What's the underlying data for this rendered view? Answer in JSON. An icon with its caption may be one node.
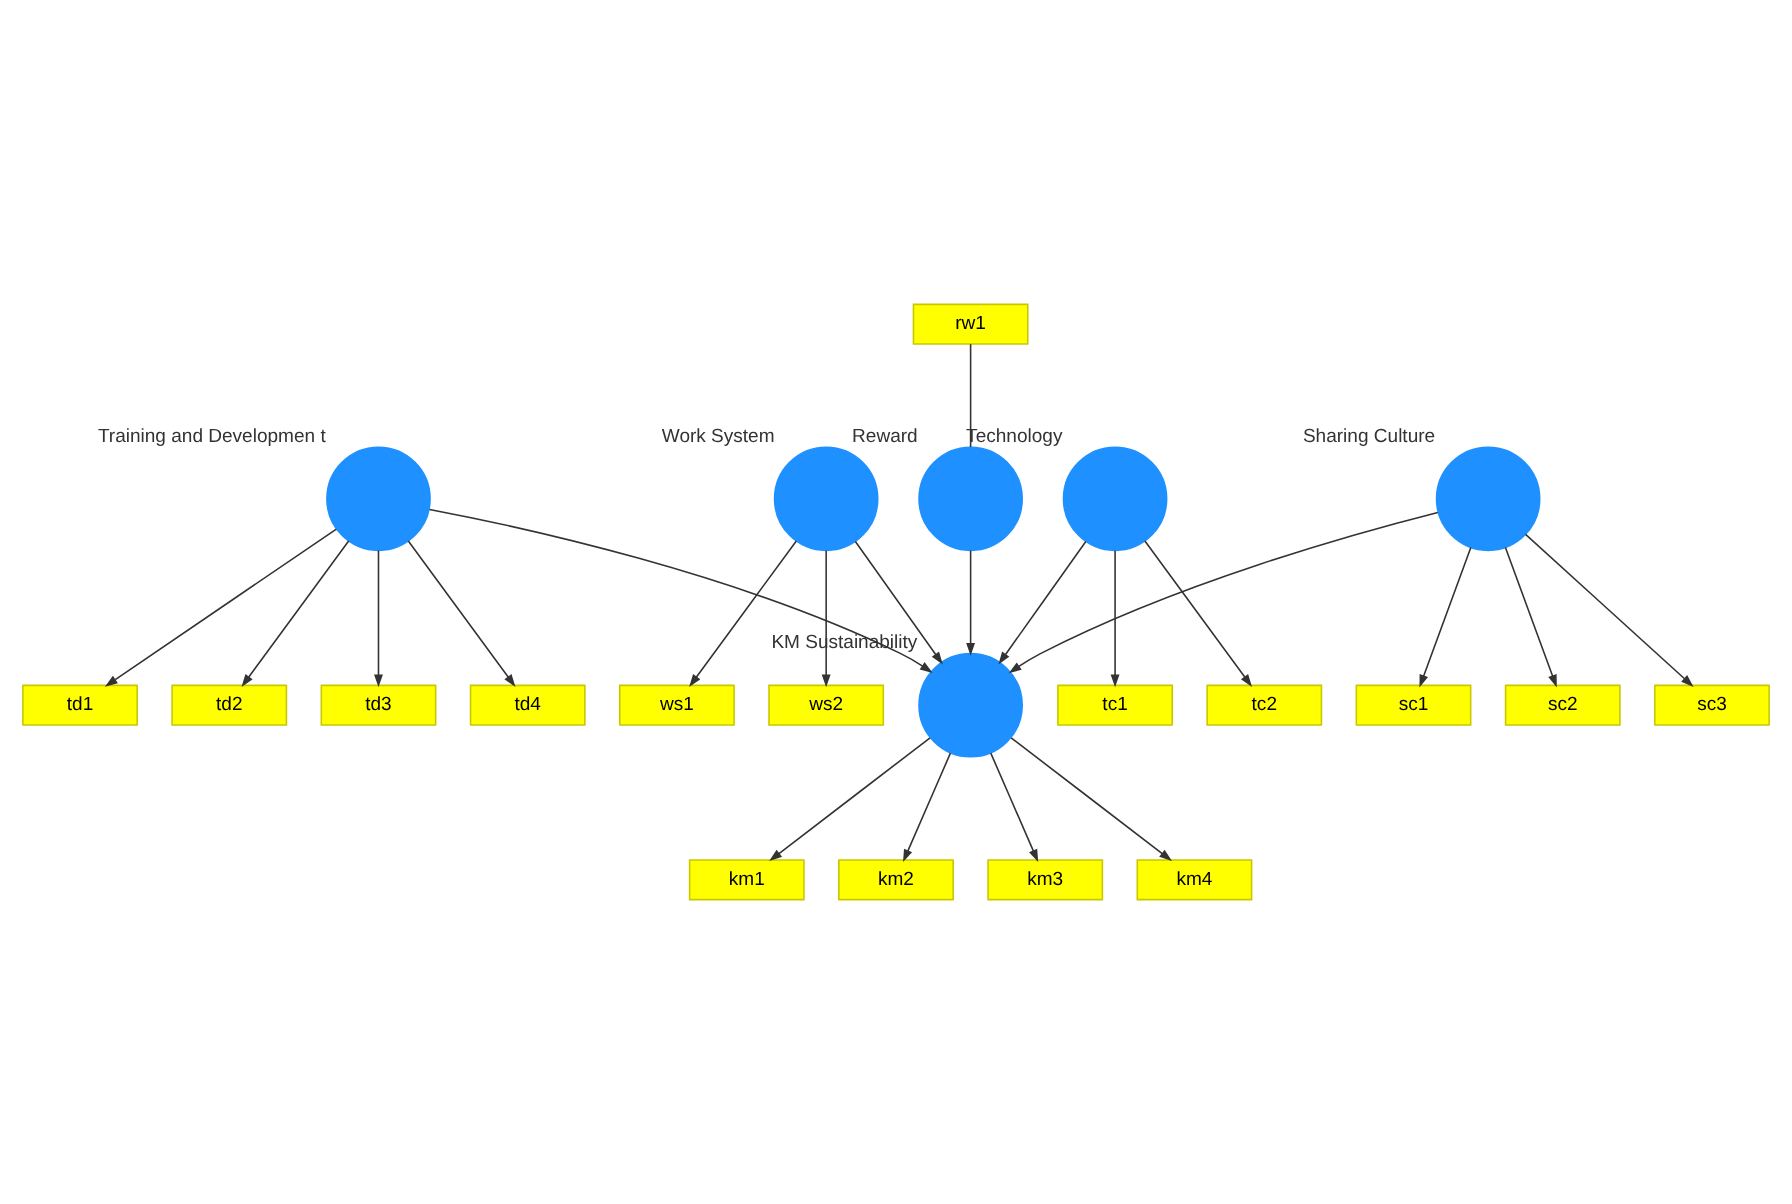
{
  "diagram": {
    "nodes": [
      {
        "text": [
          "km1"
        ]
      },
      {
        "text": [
          "km2"
        ]
      },
      {
        "text": [
          "km3"
        ]
      },
      {
        "text": [
          "km4"
        ]
      },
      {
        "text": [
          "rw1"
        ]
      },
      {
        "text": [
          "Reward"
        ]
      },
      {
        "text": [
          "KM Sustainability"
        ]
      },
      {
        "text": [
          "Training and Developmen t"
        ]
      },
      {
        "text": [
          "td1"
        ]
      },
      {
        "text": [
          "td2"
        ]
      },
      {
        "text": [
          "td3"
        ]
      },
      {
        "text": [
          "td4"
        ]
      },
      {
        "text": [
          "ws1"
        ]
      },
      {
        "text": [
          "ws2"
        ]
      },
      {
        "text": [
          "Work System"
        ]
      },
      {
        "text": [
          "Technology"
        ]
      },
      {
        "text": [
          "Sharing Culture"
        ]
      },
      {
        "text": [
          "sc1"
        ]
      },
      {
        "text": [
          "sc2"
        ]
      },
      {
        "text": [
          "sc3"
        ]
      },
      {
        "text": [
          "tc1"
        ]
      },
      {
        "text": [
          "tc2"
        ]
      }
    ],
    "edges": [
      {
        "from": 6,
        "to": 0,
        "arrow": "to"
      },
      {
        "from": 6,
        "to": 1,
        "arrow": "to"
      },
      {
        "from": 6,
        "to": 2,
        "arrow": "to"
      },
      {
        "from": 6,
        "to": 3,
        "arrow": "to"
      },
      {
        "from": 4,
        "to": 5,
        "arrow": "none"
      },
      {
        "from": 5,
        "to": 6,
        "arrow": "to"
      },
      {
        "from": 7,
        "to": 6,
        "arrow": "to"
      },
      {
        "from": 7,
        "to": 8,
        "arrow": "to"
      },
      {
        "from": 7,
        "to": 9,
        "arrow": "to"
      },
      {
        "from": 7,
        "to": 10,
        "arrow": "to"
      },
      {
        "from": 7,
        "to": 11,
        "arrow": "to"
      },
      {
        "from": 14,
        "to": 12,
        "arrow": "to"
      },
      {
        "from": 14,
        "to": 13,
        "arrow": "to"
      },
      {
        "from": 14,
        "to": 6,
        "arrow": "to"
      },
      {
        "from": 15,
        "to": 6,
        "arrow": "to"
      },
      {
        "from": 16,
        "to": 6,
        "arrow": "to"
      },
      {
        "from": 16,
        "to": 17,
        "arrow": "to"
      },
      {
        "from": 16,
        "to": 18,
        "arrow": "to"
      },
      {
        "from": 16,
        "to": 19,
        "arrow": "to"
      },
      {
        "from": 15,
        "to": 20,
        "arrow": "to"
      },
      {
        "from": 15,
        "to": 21,
        "arrow": "to"
      }
    ]
  }
}
